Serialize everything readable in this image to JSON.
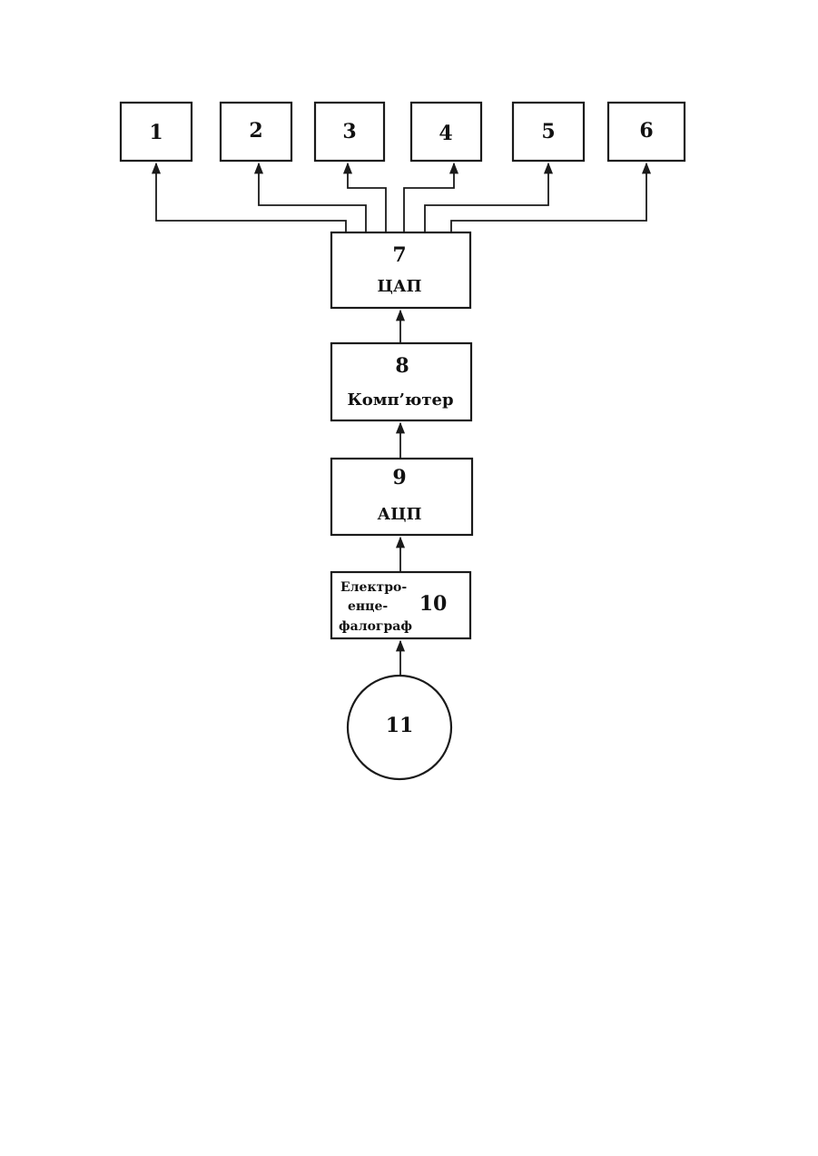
{
  "blocks": {
    "b1": {
      "number": "1"
    },
    "b2": {
      "number": "2"
    },
    "b3": {
      "number": "3"
    },
    "b4": {
      "number": "4"
    },
    "b5": {
      "number": "5"
    },
    "b6": {
      "number": "6"
    },
    "b7": {
      "number": "7",
      "label": "ЦАП"
    },
    "b8": {
      "number": "8",
      "label": "Комп’ютер"
    },
    "b9": {
      "number": "9",
      "label": "АЦП"
    },
    "b10": {
      "number": "10",
      "label_lines": [
        "Електро-",
        "енце-",
        "фалограф"
      ]
    },
    "b11": {
      "number": "11"
    }
  },
  "colors": {
    "stroke": "#1a1a1a",
    "background": "#ffffff"
  }
}
